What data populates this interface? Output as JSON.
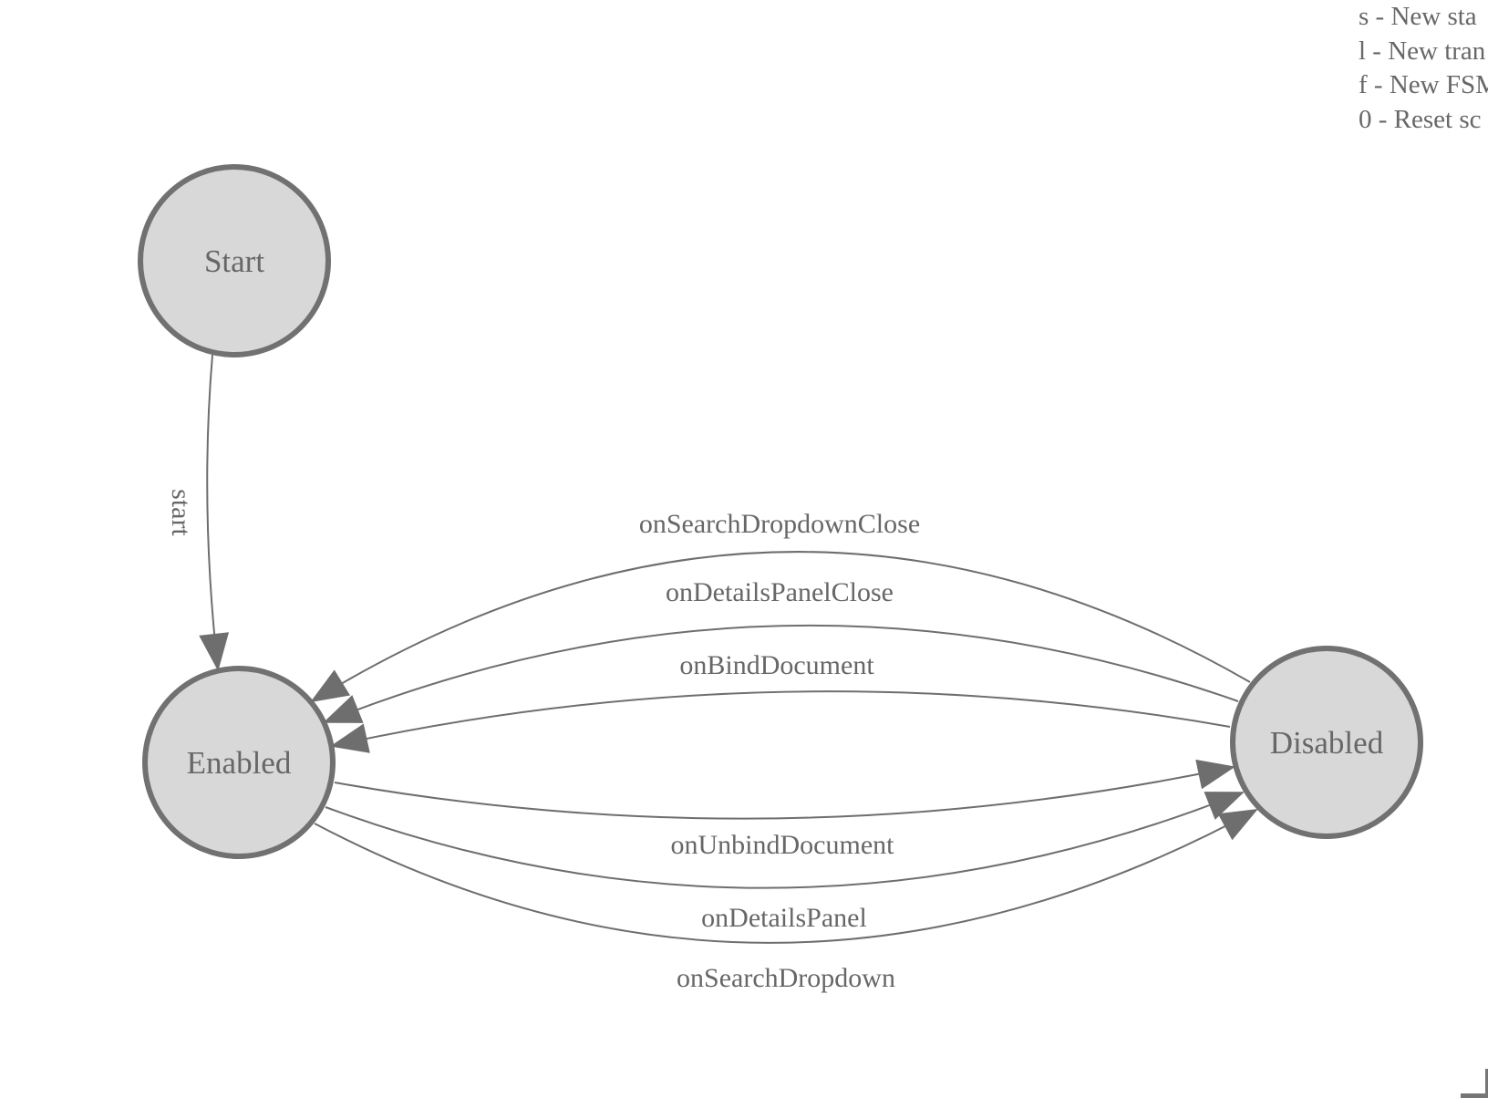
{
  "legend": {
    "items": [
      "s - New sta",
      "l - New tran",
      "f - New FSM",
      "0 - Reset sc"
    ]
  },
  "nodes": {
    "start": {
      "label": "Start"
    },
    "enabled": {
      "label": "Enabled"
    },
    "disabled": {
      "label": "Disabled"
    }
  },
  "edges": {
    "start_transition": {
      "label": "start",
      "from": "Start",
      "to": "Enabled"
    },
    "disabled_to_enabled": [
      {
        "label": "onSearchDropdownClose",
        "from": "Disabled",
        "to": "Enabled"
      },
      {
        "label": "onDetailsPanelClose",
        "from": "Disabled",
        "to": "Enabled"
      },
      {
        "label": "onBindDocument",
        "from": "Disabled",
        "to": "Enabled"
      }
    ],
    "enabled_to_disabled": [
      {
        "label": "onUnbindDocument",
        "from": "Enabled",
        "to": "Disabled"
      },
      {
        "label": "onDetailsPanel",
        "from": "Enabled",
        "to": "Disabled"
      },
      {
        "label": "onSearchDropdown",
        "from": "Enabled",
        "to": "Disabled"
      }
    ]
  },
  "colors": {
    "background": "#ffffff",
    "node_fill": "#d8d8d8",
    "node_border": "#717171",
    "edge_line": "#6e6e6e",
    "arrowhead": "#6e6e6e",
    "text": "#676767",
    "corner_element": "#757575"
  }
}
